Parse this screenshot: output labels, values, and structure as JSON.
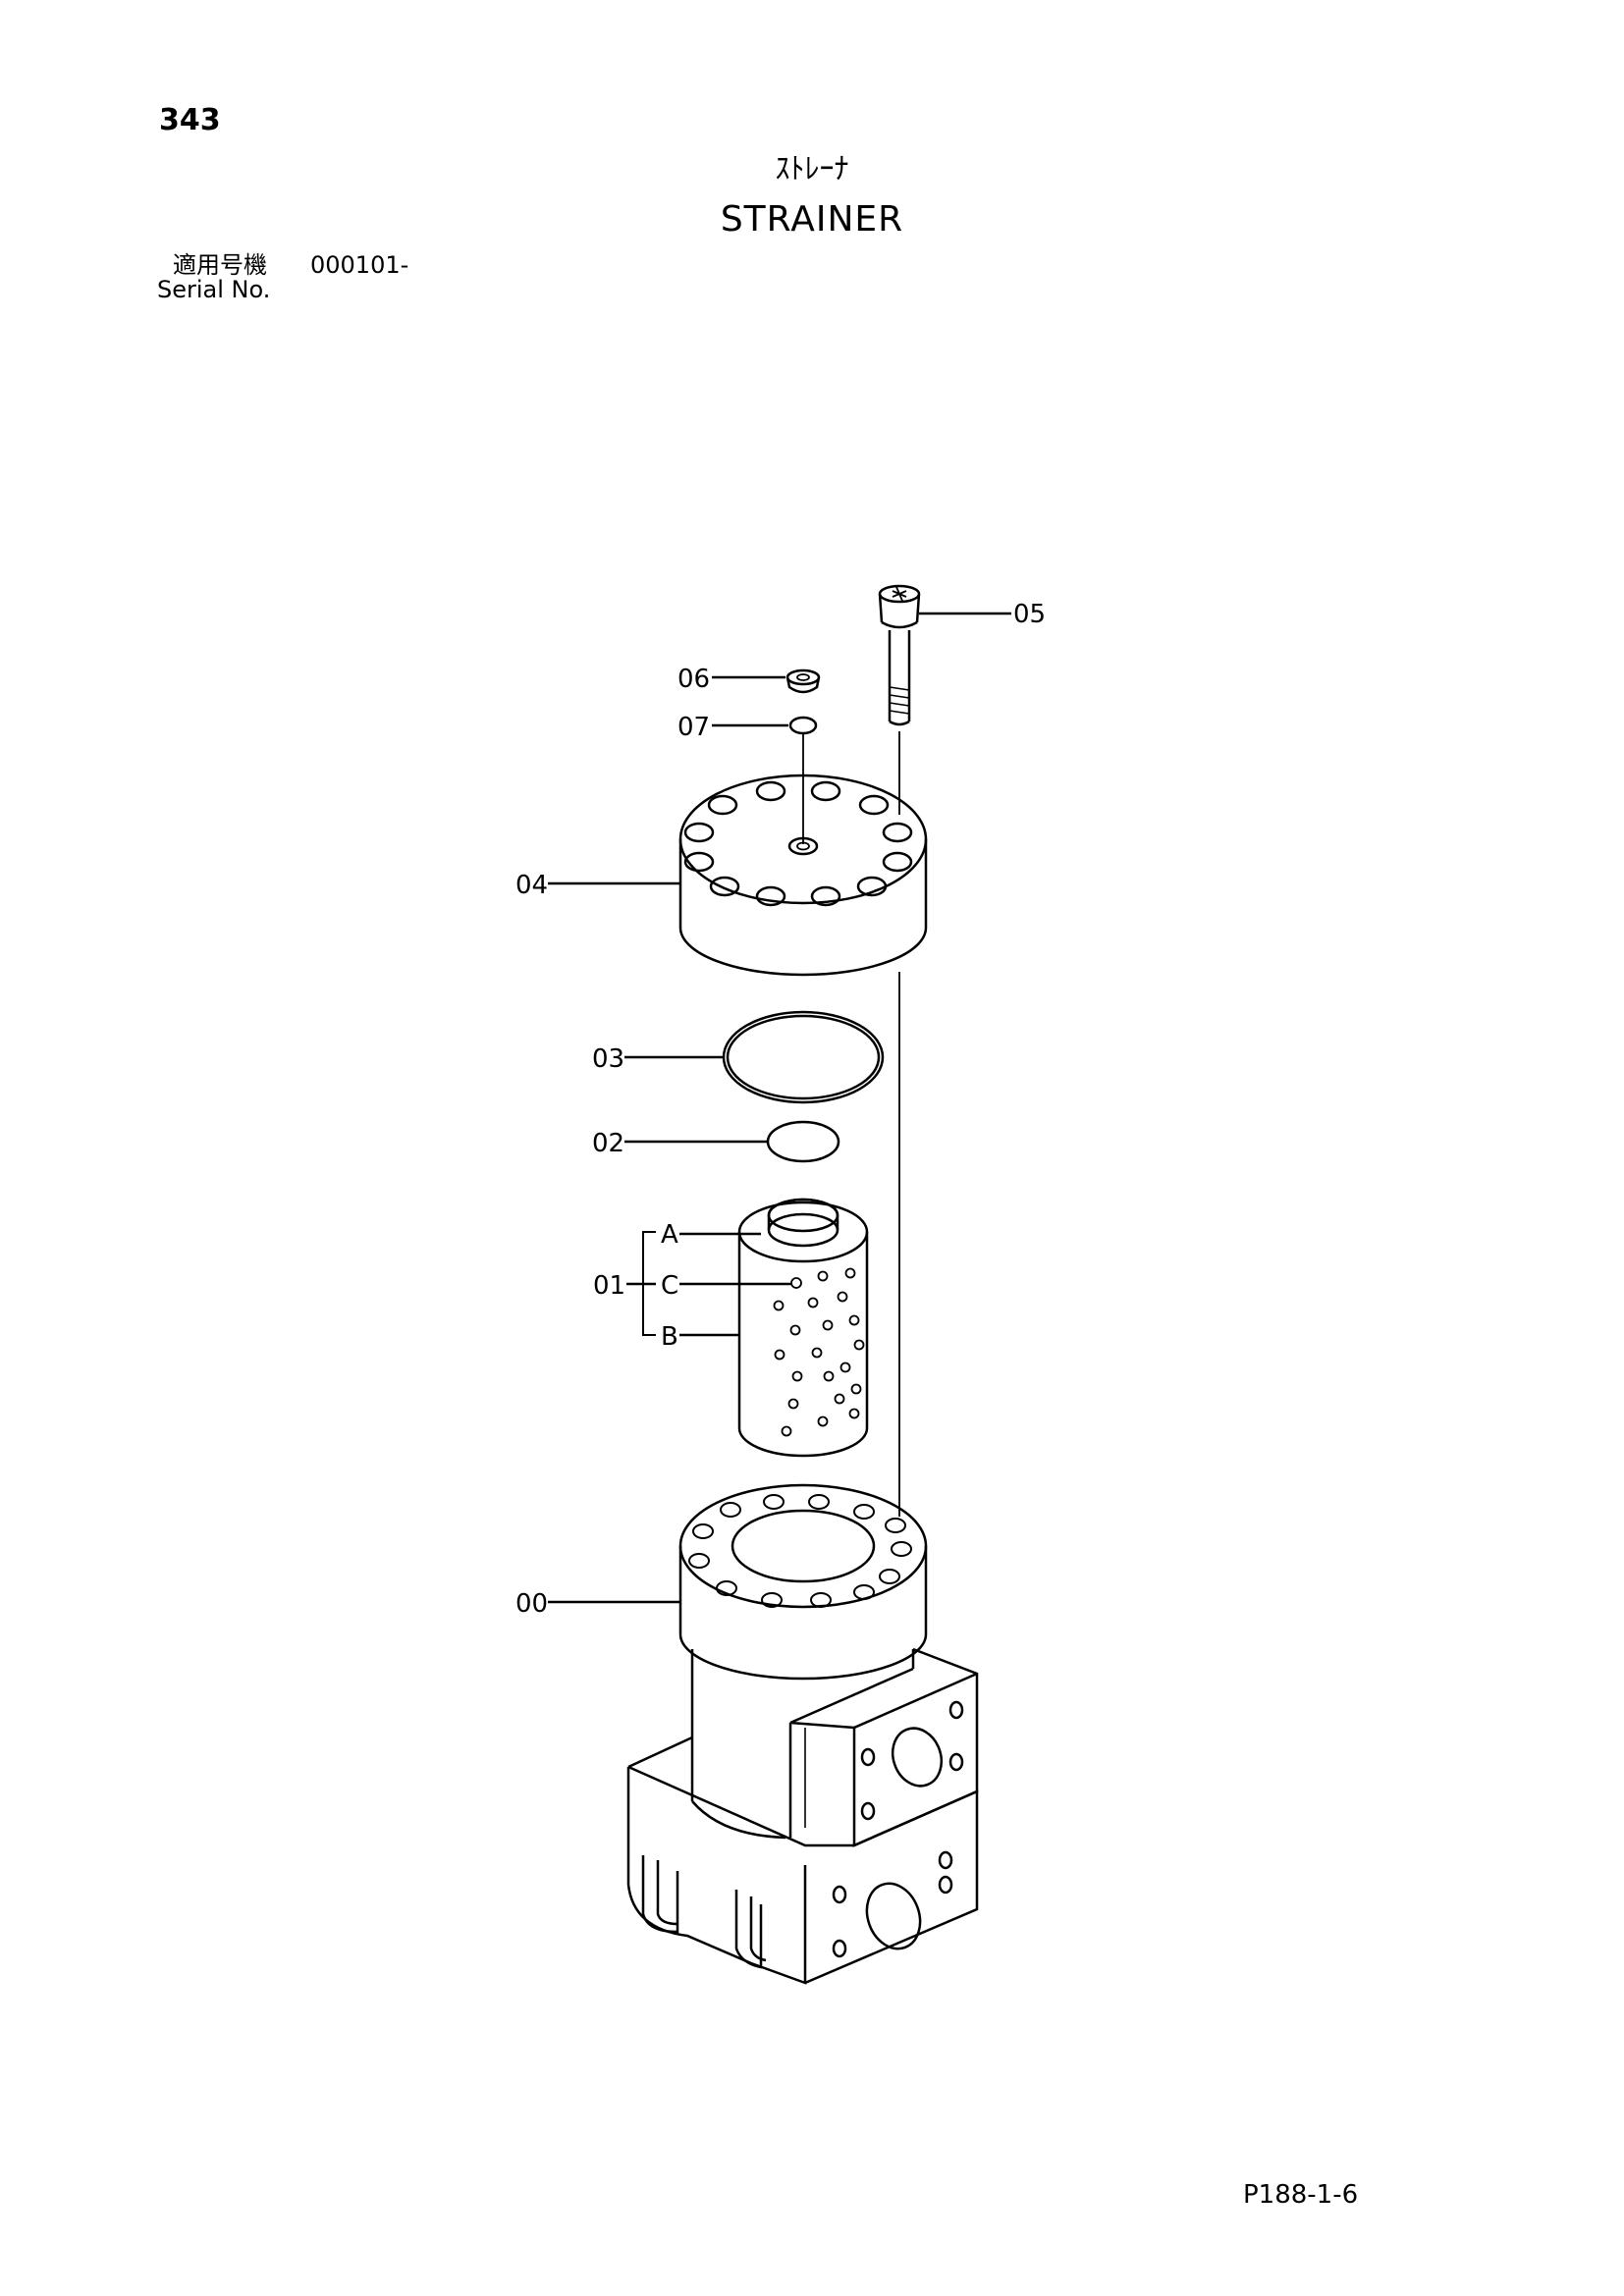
{
  "header": {
    "page_number": "343",
    "title_jp": "ｽﾄﾚｰﾅ",
    "title_en": "STRAINER",
    "serial_label_jp": "適用号機",
    "serial_value": "000101-",
    "serial_label_en": "Serial No."
  },
  "callouts": {
    "p00": "00",
    "p01": "01",
    "p02": "02",
    "p03": "03",
    "p04": "04",
    "p05": "05",
    "p06": "06",
    "p07": "07",
    "sub_a": "A",
    "sub_b": "B",
    "sub_c": "C"
  },
  "footer": {
    "reference": "P188-1-6"
  }
}
